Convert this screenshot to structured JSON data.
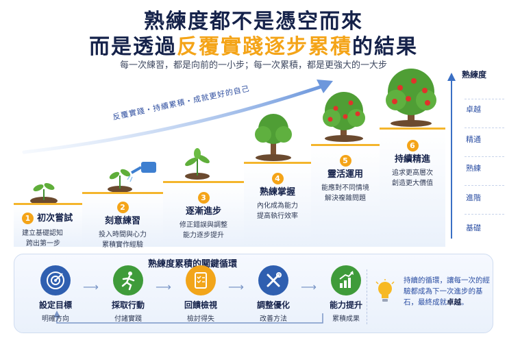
{
  "header": {
    "title_line1": "熟練度都不是憑空而來",
    "title_line2_prefix": "而是透過",
    "title_line2_highlight": "反覆實踐逐步累積",
    "title_line2_suffix": "的結果",
    "subtitle": "每一次練習，都是向前的一小步；每一次累積，都是更強大的一大步"
  },
  "slogan": "反覆實踐・持續累積・成就更好的自己",
  "steps": [
    {
      "num": "1",
      "title": "初次嘗試",
      "desc1": "建立基礎認知",
      "desc2": "跨出第一步"
    },
    {
      "num": "2",
      "title": "刻意練習",
      "desc1": "投入時間與心力",
      "desc2": "累積實作經驗"
    },
    {
      "num": "3",
      "title": "逐漸進步",
      "desc1": "修正錯誤與調整",
      "desc2": "能力逐步提升"
    },
    {
      "num": "4",
      "title": "熟練掌握",
      "desc1": "內化成為能力",
      "desc2": "提高執行效率"
    },
    {
      "num": "5",
      "title": "靈活運用",
      "desc1": "能應對不同情境",
      "desc2": "解決複雜問題"
    },
    {
      "num": "6",
      "title": "持續精進",
      "desc1": "追求更高層次",
      "desc2": "創造更大價值"
    }
  ],
  "scale": {
    "title": "熟練度",
    "levels": [
      "卓越",
      "精通",
      "熟練",
      "進階",
      "基礎"
    ]
  },
  "cycle": {
    "title": "熟練度累積的關鍵循環",
    "nodes": [
      {
        "title": "設定目標",
        "desc": "明確方向",
        "icon": "target-icon",
        "color": "#2f5fb0"
      },
      {
        "title": "採取行動",
        "desc": "付諸實踐",
        "icon": "running-person-icon",
        "color": "#3f9b3a"
      },
      {
        "title": "回饋檢視",
        "desc": "檢討得失",
        "icon": "checklist-icon",
        "color": "#f2a51a"
      },
      {
        "title": "調整優化",
        "desc": "改善方法",
        "icon": "tools-icon",
        "color": "#2f5fb0"
      },
      {
        "title": "能力提升",
        "desc": "累積成果",
        "icon": "growth-chart-icon",
        "color": "#3f9b3a"
      }
    ],
    "tip_text": "持續的循環，讓每一次的經驗都成為下一次進步的基石，最終成就",
    "tip_bold": "卓越",
    "tip_end": "。"
  },
  "colors": {
    "accent": "#f4a418",
    "navy": "#15224a",
    "blue": "#2c4fa3",
    "green": "#3f9b3a"
  }
}
